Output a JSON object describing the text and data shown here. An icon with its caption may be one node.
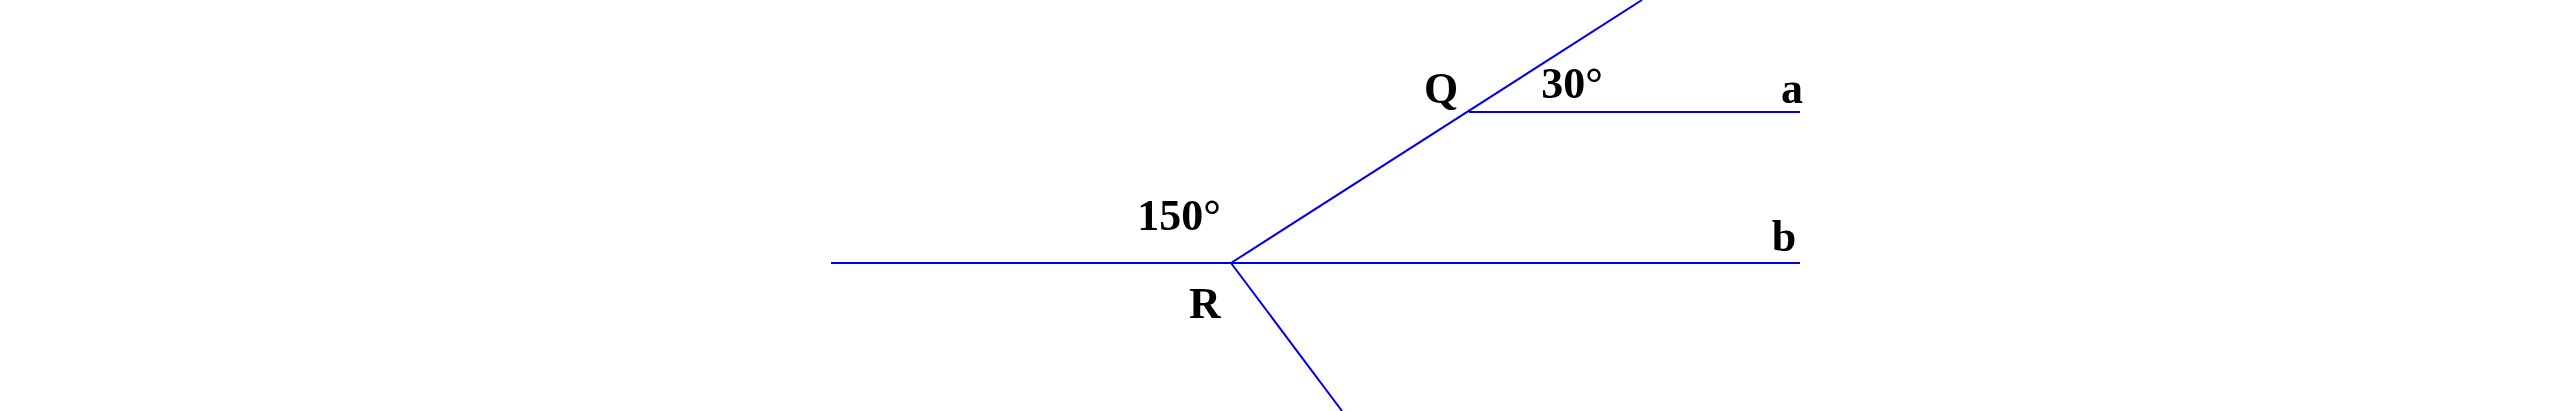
{
  "diagram": {
    "labels": [
      "Q",
      "30°",
      "a",
      "150°",
      "b",
      "R"
    ]
  }
}
